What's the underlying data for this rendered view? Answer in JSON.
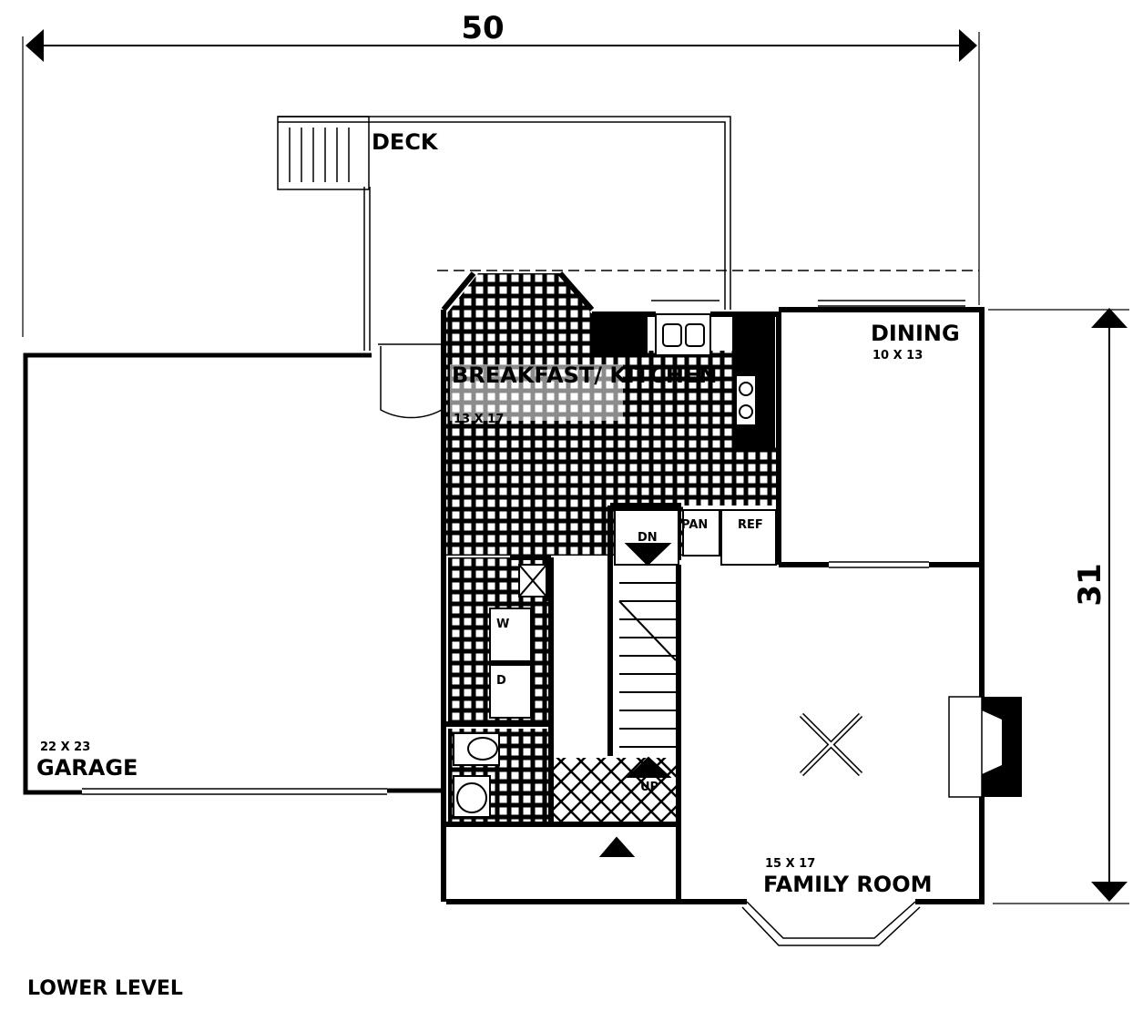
{
  "plan": {
    "title": "LOWER LEVEL",
    "overall_width": "50",
    "overall_depth": "31",
    "rooms": [
      {
        "name": "DECK",
        "size": ""
      },
      {
        "name": "BREAKFAST/ KITCHEN",
        "size": "13 X 17"
      },
      {
        "name": "DINING",
        "size": "10 X 13"
      },
      {
        "name": "GARAGE",
        "size": "22 X 23"
      },
      {
        "name": "FAMILY ROOM",
        "size": "15 X 17"
      }
    ],
    "fixtures": {
      "washer": "W",
      "dryer": "D",
      "pantry": "PAN",
      "refrigerator": "REF",
      "stairs_down": "DN",
      "stairs_up": "UP"
    }
  }
}
